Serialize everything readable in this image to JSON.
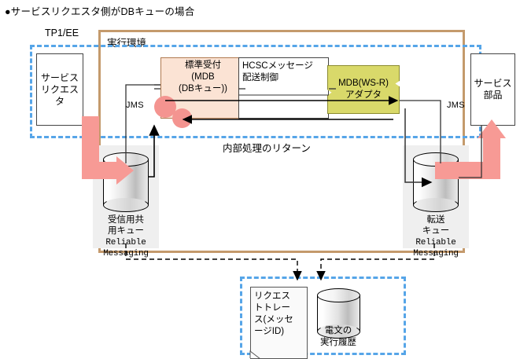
{
  "caption": "●サービスリクエスタ側がDBキューの場合",
  "labels": {
    "tp1ee": "TP1/EE",
    "exec_env": "実行環境",
    "jms_left": "JMS",
    "jms_right": "JMS",
    "internal_return": "内部処理のリターン"
  },
  "boxes": {
    "service_requester": "サービスリクエスタ",
    "service_component": "サービス部品",
    "standard_reception": "標準受付\n(MDB\n(DBキュー))",
    "standard_reception_lines": [
      "標準受付",
      "(MDB",
      "(DBキュー))"
    ],
    "hcsc_control": "HCSCメッセージ配送制御",
    "hcsc_control_lines": [
      "HCSCメッセージ",
      "配送制御"
    ],
    "mdb_adapter": "MDB(WS-R)アダプタ",
    "mdb_adapter_lines": [
      "MDB(WS-R)",
      "アダプタ"
    ]
  },
  "queues": {
    "left": {
      "name_lines": [
        "受信用共",
        "用キュー"
      ],
      "reliable": "Reliable",
      "messaging": "Messaging"
    },
    "right": {
      "name_lines": [
        "転送",
        "キュー"
      ],
      "reliable": "Reliable",
      "messaging": "Messaging"
    }
  },
  "trace": {
    "request_trace_lines": [
      "リクエス",
      "トトレー",
      "ス(メッセ",
      "ージID)"
    ],
    "message_history_lines": [
      "電文の",
      "実行履歴"
    ]
  },
  "colors": {
    "exec_env_border": "#c49a6c",
    "blue_dash": "#56a5e8",
    "standard_reception_fill": "#fbe3d4",
    "standard_reception_border": "#b07a50",
    "mdb_adapter_fill": "#d9d96a",
    "mdb_adapter_border": "#8b8b30",
    "pink_arrow": "#f79a95",
    "pink_circle": "#f49490",
    "queue_bg": "#efefef"
  }
}
